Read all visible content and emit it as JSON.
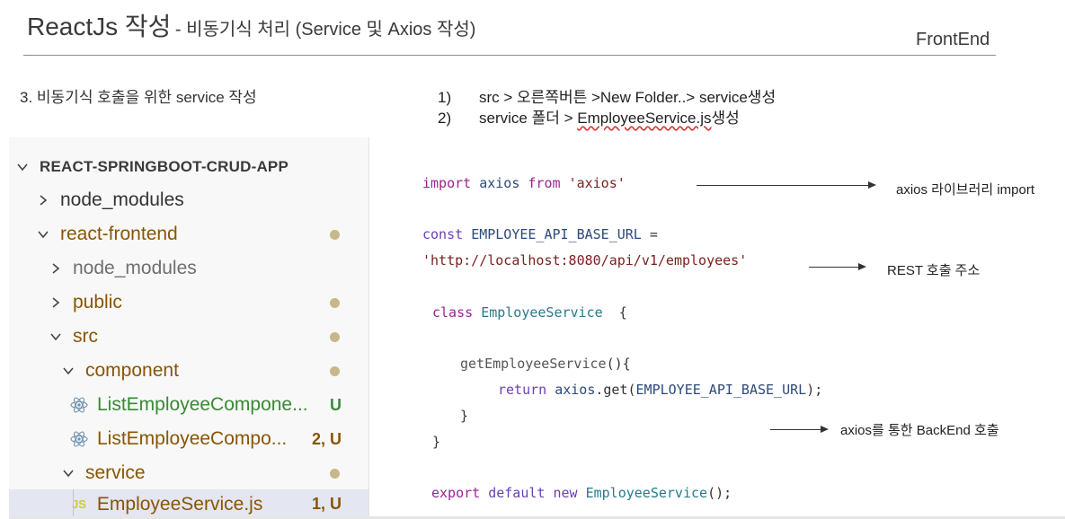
{
  "header": {
    "title": "ReactJs 작성",
    "subtitle": "- 비동기식 처리 (Service 및 Axios 작성)",
    "corner_label": "FrontEnd"
  },
  "section_label": "3. 비동기식 호출을 위한 service 작성",
  "steps": [
    {
      "num": "1)",
      "text": "src > 오른쪽버튼 >New Folder..> service생성"
    },
    {
      "num": "2)",
      "pre": "service 폴더 > ",
      "file": "EmployeeService.js",
      "post": "생성"
    }
  ],
  "explorer": {
    "root": "REACT-SPRINGBOOT-CRUD-APP",
    "items": [
      {
        "label": "node_modules"
      },
      {
        "label": "react-frontend"
      },
      {
        "label": "node_modules"
      },
      {
        "label": "public"
      },
      {
        "label": "src"
      },
      {
        "label": "component"
      },
      {
        "label": "ListEmployeeCompone...",
        "badge": "U"
      },
      {
        "label": "ListEmployeeCompo...",
        "badge": "2, U"
      },
      {
        "label": "service"
      },
      {
        "label": "EmployeeService.js",
        "badge": "1, U",
        "file_icon": "JS"
      }
    ]
  },
  "code": {
    "l1": {
      "kw": "import",
      "id": "axios",
      "kw2": "from",
      "str": "'axios'"
    },
    "l2": {
      "kw": "const",
      "id": "EMPLOYEE_API_BASE_URL",
      "op": "="
    },
    "l3": {
      "str": "'http://localhost:8080/api/v1/employees'"
    },
    "l4": {
      "kw": "class",
      "cls": "EmployeeService",
      "brace": "{"
    },
    "l5": {
      "fn": "getEmployeeService",
      "rest": "(){"
    },
    "l6": {
      "kw": "return",
      "id": "axios",
      "call": ".get(",
      "arg": "EMPLOYEE_API_BASE_URL",
      "end": ");"
    },
    "l7": "}",
    "l8": "}",
    "l9": {
      "kw": "export",
      "kw2": "default",
      "kw3": "new",
      "cls": "EmployeeService",
      "end": "();"
    }
  },
  "annotations": {
    "import_note": "axios 라이브러리 import",
    "rest_note": "REST 호출 주소",
    "backend_note": "axios를 통한 BackEnd 호출"
  }
}
